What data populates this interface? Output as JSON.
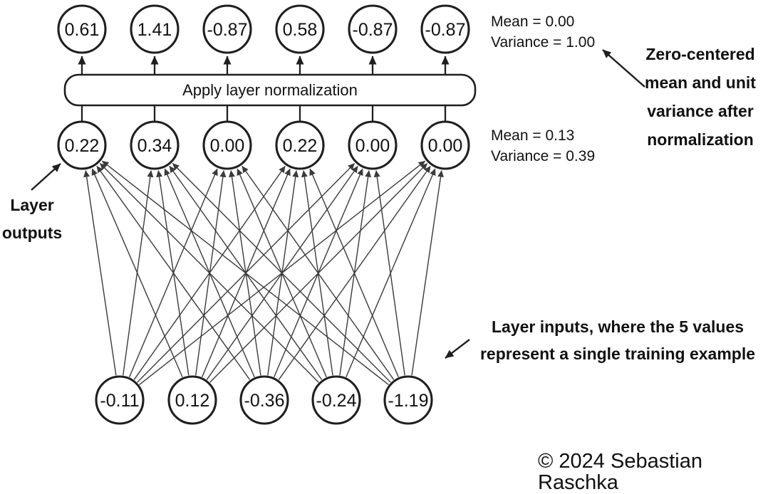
{
  "diagram": {
    "box_label": "Apply layer normalization",
    "layers": {
      "top": {
        "name": "normalized-outputs",
        "values": [
          "0.61",
          "1.41",
          "-0.87",
          "0.58",
          "-0.87",
          "-0.87"
        ]
      },
      "middle": {
        "name": "layer-outputs",
        "values": [
          "0.22",
          "0.34",
          "0.00",
          "0.22",
          "0.00",
          "0.00"
        ]
      },
      "bottom": {
        "name": "layer-inputs",
        "values": [
          "-0.11",
          "0.12",
          "-0.36",
          "-0.24",
          "-1.19"
        ]
      }
    },
    "stats_top": {
      "mean": "Mean = 0.00",
      "variance": "Variance = 1.00"
    },
    "stats_middle": {
      "mean": "Mean = 0.13",
      "variance": "Variance = 0.39"
    },
    "annotations": {
      "zero_centered_lines": [
        "Zero-centered",
        "mean and unit",
        "variance after",
        "normalization"
      ],
      "layer_outputs_lines": [
        "Layer",
        "outputs"
      ],
      "layer_inputs_lines": [
        "Layer inputs, where the 5 values",
        "represent a single training example"
      ]
    },
    "copyright": "© 2024 Sebastian Raschka",
    "colors": {
      "stroke": "#1f1f1f",
      "edge": "#3a3a3a",
      "background": "#ffffff"
    }
  }
}
